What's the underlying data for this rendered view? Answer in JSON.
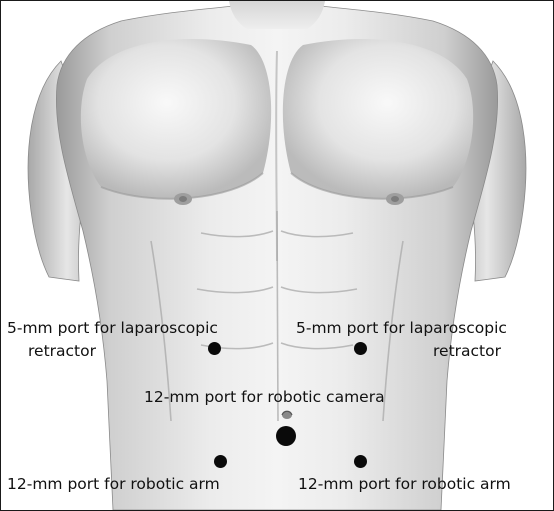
{
  "figure": {
    "skin_light": "#f2f2f2",
    "skin_mid": "#c9c9c9",
    "skin_dark": "#7a7a7a",
    "port_color": "#0a0a0a"
  },
  "labels": {
    "left_retractor_line1": "5-mm port for laparoscopic",
    "left_retractor_line2": "retractor",
    "right_retractor_line1": "5-mm port for laparoscopic",
    "right_retractor_line2": "retractor",
    "camera": "12-mm port for robotic camera",
    "left_arm": "12-mm port for robotic arm",
    "right_arm": "12-mm port for robotic arm"
  }
}
